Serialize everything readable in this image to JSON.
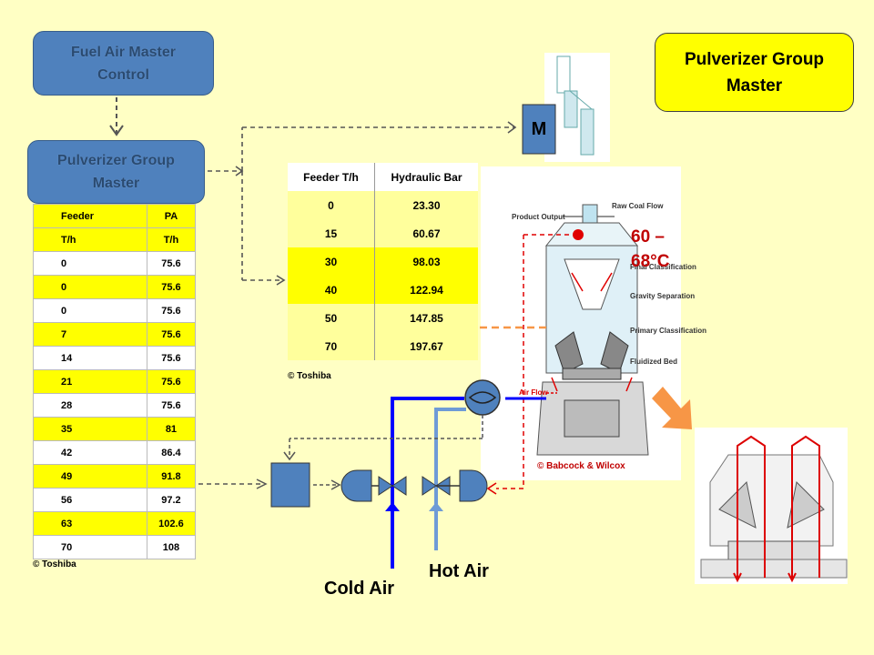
{
  "fuel_air_master": {
    "line1": "Fuel Air Master",
    "line2": "Control"
  },
  "pulverizer_master_left": {
    "line1": "Pulverizer Group",
    "line2": "Master"
  },
  "pulverizer_master_right": {
    "line1": "Pulverizer Group",
    "line2": "Master"
  },
  "motor_label": "M",
  "feeder_table": {
    "header1": [
      "Feeder",
      "PA"
    ],
    "header2": [
      "T/h",
      "T/h"
    ],
    "rows": [
      [
        "0",
        "75.6"
      ],
      [
        "0",
        "75.6"
      ],
      [
        "0",
        "75.6"
      ],
      [
        "7",
        "75.6"
      ],
      [
        "14",
        "75.6"
      ],
      [
        "21",
        "75.6"
      ],
      [
        "28",
        "75.6"
      ],
      [
        "35",
        "81"
      ],
      [
        "42",
        "86.4"
      ],
      [
        "49",
        "91.8"
      ],
      [
        "56",
        "97.2"
      ],
      [
        "63",
        "102.6"
      ],
      [
        "70",
        "108"
      ]
    ],
    "credit": "© Toshiba"
  },
  "hydraulic_table": {
    "headers": [
      "Feeder T/h",
      "Hydraulic Bar"
    ],
    "rows": [
      [
        "0",
        "23.30"
      ],
      [
        "15",
        "60.67"
      ],
      [
        "30",
        "98.03"
      ],
      [
        "40",
        "122.94"
      ],
      [
        "50",
        "147.85"
      ],
      [
        "70",
        "197.67"
      ]
    ],
    "credit": "© Toshiba"
  },
  "mill_labels": {
    "product_output": "Product Output",
    "raw_coal_flow": "Raw Coal Flow",
    "final_classification": "Final Classification",
    "gravity_separation": "Gravity Separation",
    "primary_classification": "Primary Classification",
    "fluidized_bed": "Fluidized Bed",
    "air_flow": "Air Flow"
  },
  "temperature": {
    "line1": "60 –",
    "line2": "68°C"
  },
  "mill_credit": "© Babcock & Wilcox",
  "cold_air": "Cold Air",
  "hot_air": "Hot Air",
  "colors": {
    "background": "#ffffc4",
    "blue_box": "#4f81bd",
    "yellow": "#ffff00",
    "cold_air_line": "#0000ff",
    "hot_air_line": "#6e9bd6",
    "red_dashed": "#e00000",
    "orange_dashed": "#f79646"
  }
}
